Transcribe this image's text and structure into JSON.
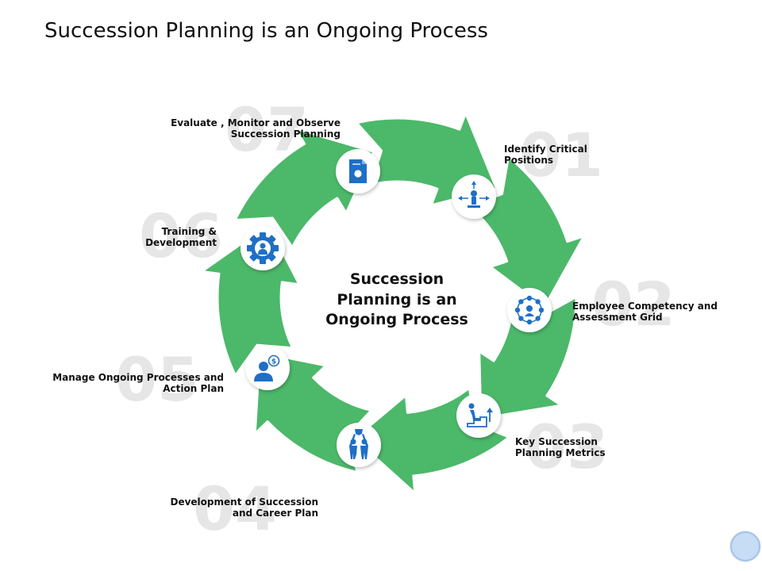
{
  "title": "Succession Planning is an Ongoing Process",
  "center_text": "Succession Planning is an Ongoing Process",
  "colors": {
    "arrow_green": "#4cb86a",
    "icon_blue": "#1f6fc5",
    "number_gray": "#e6e6e6"
  },
  "steps": [
    {
      "number": "01",
      "label": "Identify Critical\nPositions",
      "icon": "org-structure-icon"
    },
    {
      "number": "02",
      "label": "Employee Competency and\nAssessment Grid",
      "icon": "team-network-icon"
    },
    {
      "number": "03",
      "label": "Key Succession\nPlanning Metrics",
      "icon": "climbing-stairs-icon"
    },
    {
      "number": "04",
      "label": "Development of Succession\nand Career Plan",
      "icon": "team-trophy-icon"
    },
    {
      "number": "05",
      "label": "Manage Ongoing Processes and\nAction Plan",
      "icon": "person-dollar-icon"
    },
    {
      "number": "06",
      "label": "Training &\nDevelopment",
      "icon": "person-gear-icon"
    },
    {
      "number": "07",
      "label": "Evaluate , Monitor and Observe\nSuccession Planning",
      "icon": "document-search-icon"
    }
  ]
}
